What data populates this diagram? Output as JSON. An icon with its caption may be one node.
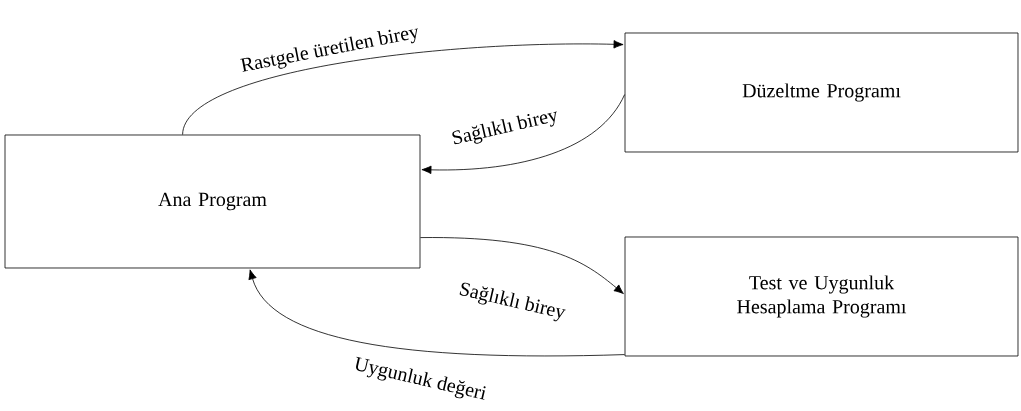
{
  "diagram": {
    "nodes": [
      {
        "text": [
          "Ana Program"
        ]
      },
      {
        "text": [
          "Düzeltme Programı"
        ]
      },
      {
        "text": [
          "Test ve Uygunluk Hesaplama Programı"
        ]
      }
    ],
    "edges": [
      {
        "from": 0,
        "to": 1,
        "arrow": "to",
        "label": "Rastgele üretilen birey"
      },
      {
        "from": 1,
        "to": 0,
        "arrow": "to",
        "label": "Sağlıklı birey"
      },
      {
        "from": 0,
        "to": 2,
        "arrow": "to",
        "label": "Sağlıklı birey"
      },
      {
        "from": 2,
        "to": 0,
        "arrow": "to",
        "label": "Uygunluk değeri"
      }
    ]
  }
}
